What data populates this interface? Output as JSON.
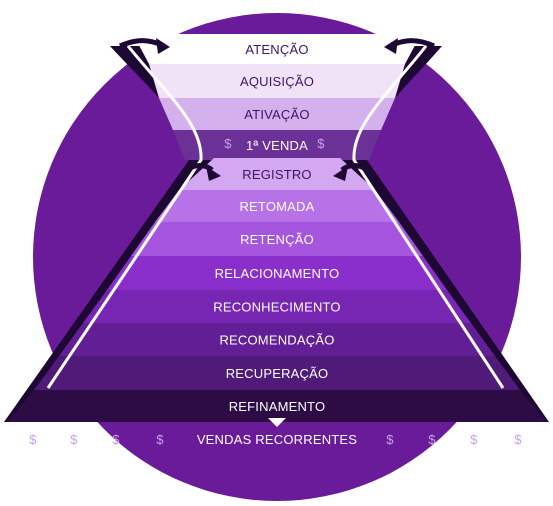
{
  "funnel": {
    "top_stages": [
      {
        "label": "ATENÇÃO",
        "fill": "#ffffff",
        "text_color": "#3d1466"
      },
      {
        "label": "AQUISIÇÃO",
        "fill": "#f0e3f8",
        "text_color": "#3d1466"
      },
      {
        "label": "ATIVAÇÃO",
        "fill": "#d4b1ec",
        "text_color": "#3d1466"
      },
      {
        "label": "1ª VENDA",
        "fill": "#6c3196",
        "text_color": "#ffffff"
      }
    ],
    "bottom_stages": [
      {
        "label": "REGISTRO",
        "fill": "#d3a7f1",
        "text_color": "#3d1466"
      },
      {
        "label": "RETOMADA",
        "fill": "#b672e6",
        "text_color": "#ffffff"
      },
      {
        "label": "RETENÇÃO",
        "fill": "#a655de",
        "text_color": "#ffffff"
      },
      {
        "label": "RELACIONAMENTO",
        "fill": "#8a2fcb",
        "text_color": "#ffffff"
      },
      {
        "label": "RECONHECIMENTO",
        "fill": "#7726b3",
        "text_color": "#ffffff"
      },
      {
        "label": "RECOMENDAÇÃO",
        "fill": "#621f95",
        "text_color": "#ffffff"
      },
      {
        "label": "RECUPERAÇÃO",
        "fill": "#4f1a78",
        "text_color": "#ffffff"
      },
      {
        "label": "REFINAMENTO",
        "fill": "#2d0c46",
        "text_color": "#ffffff"
      }
    ],
    "recurring_label": "VENDAS RECORRENTES",
    "dollar_symbol": "$"
  },
  "colors": {
    "circle": "#6a1b9a",
    "frame": "#1d0833",
    "dollar": "#c6a0e8",
    "accent_pink": "#b07ad8"
  },
  "icons": {
    "top_left_arrow": "curved-arrow-icon",
    "top_right_arrow": "curved-arrow-icon",
    "mid_left_arrow": "curved-arrow-icon",
    "mid_right_arrow": "curved-arrow-icon",
    "bottom_arrow": "arrow-down-icon"
  }
}
